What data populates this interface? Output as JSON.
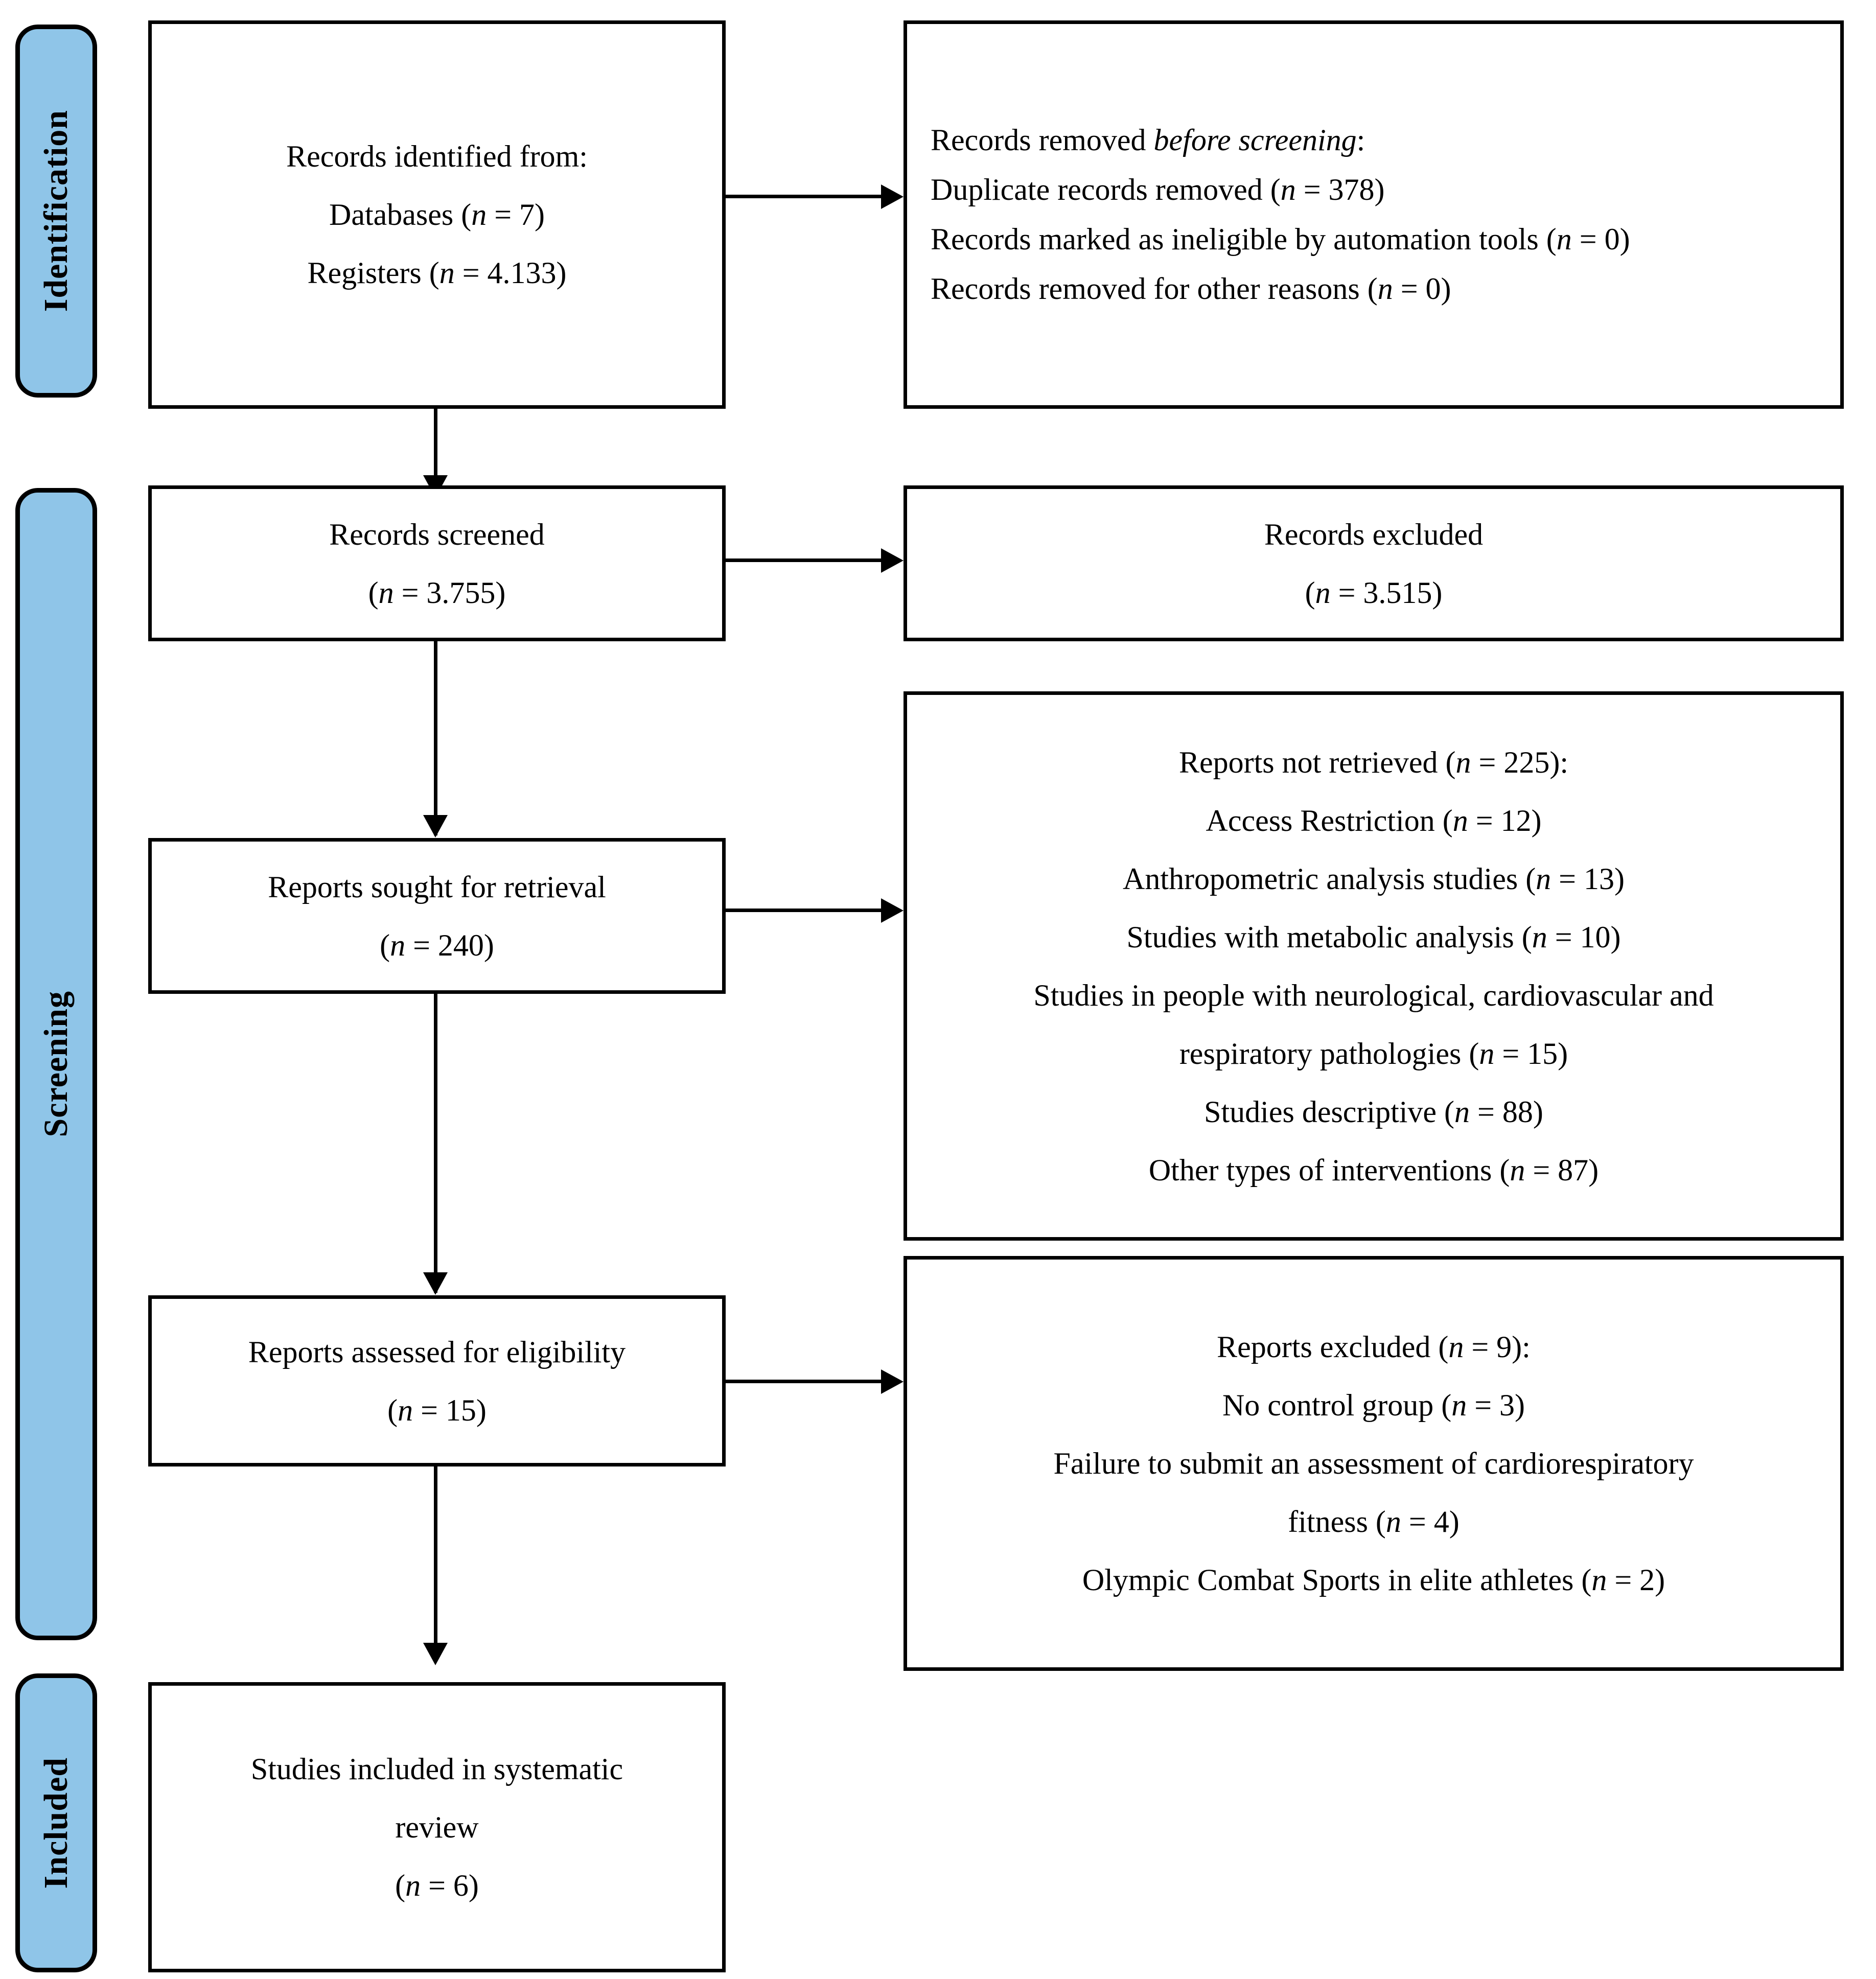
{
  "figure": {
    "type": "prisma-flow-diagram",
    "accent_color": "#8FC5E8",
    "line_color": "#000000",
    "background": "#ffffff"
  },
  "stages": [
    {
      "id": "identification",
      "label": "Identification"
    },
    {
      "id": "screening",
      "label": "Screening"
    },
    {
      "id": "included",
      "label": "Included"
    }
  ],
  "boxes": {
    "records_identified": {
      "lines": [
        "Records identified from:",
        "Databases (n = 7)",
        "Registers (n = 4.133)"
      ],
      "l0": "Records identified from:",
      "l1_text": "Databases (",
      "l1_n": "n",
      "l1_val": " = 7)",
      "l2_text": "Registers (",
      "l2_n": "n",
      "l2_val": " = 4.133)"
    },
    "records_removed": {
      "title_a": "Records removed ",
      "title_b": "before screening",
      "title_c": ":",
      "r1_a": "Duplicate records removed (",
      "r1_n": "n",
      "r1_b": " = 378)",
      "r2_a": "Records marked as ineligible by automation tools (",
      "r2_n": "n",
      "r2_b": " = 0)",
      "r3_a": "Records removed for other reasons (",
      "r3_n": "n",
      "r3_b": " = 0)"
    },
    "records_screened": {
      "label": "Records screened",
      "count_open": "(",
      "count_n": "n",
      "count_val": " = 3.755)"
    },
    "records_excluded": {
      "label": "Records excluded",
      "count_open": "(",
      "count_n": "n",
      "count_val": " = 3.515)"
    },
    "reports_sought": {
      "label": "Reports sought for retrieval",
      "count_open": "(",
      "count_n": "n",
      "count_val": " = 240)"
    },
    "reports_not_retrieved": {
      "t_a": "Reports not retrieved (",
      "t_n": "n",
      "t_b": " = 225):",
      "i1_a": "Access Restriction (",
      "i1_n": "n",
      "i1_b": " = 12)",
      "i2_a": "Anthropometric analysis studies (",
      "i2_n": "n",
      "i2_b": " = 13)",
      "i3_a": "Studies with metabolic analysis (",
      "i3_n": "n",
      "i3_b": " = 10)",
      "i4_a": "Studies in people with neurological, cardiovascular and",
      "i5_a": "respiratory pathologies (",
      "i5_n": "n",
      "i5_b": " = 15)",
      "i6_a": "Studies descriptive (",
      "i6_n": "n",
      "i6_b": " = 88)",
      "i7_a": "Other types of interventions (",
      "i7_n": "n",
      "i7_b": " = 87)"
    },
    "reports_assessed": {
      "label": "Reports assessed for eligibility",
      "count_open": "(",
      "count_n": "n",
      "count_val": " = 15)"
    },
    "reports_excluded": {
      "t_a": "Reports excluded (",
      "t_n": "n",
      "t_b": " = 9):",
      "e1_a": "No control group (",
      "e1_n": "n",
      "e1_b": " = 3)",
      "e2_a": "Failure to submit an assessment of cardiorespiratory",
      "e3_a": "fitness (",
      "e3_n": "n",
      "e3_b": " = 4)",
      "e4_a": "Olympic Combat Sports in elite athletes (",
      "e4_n": "n",
      "e4_b": " = 2)"
    },
    "studies_included": {
      "l1": "Studies included in systematic",
      "l2": "review",
      "count_open": "(",
      "count_n": "n",
      "count_val": " = 6)"
    }
  },
  "chart_data": {
    "type": "table",
    "title": "PRISMA 2020 flow diagram",
    "nodes": [
      {
        "stage": "Identification",
        "name": "Records identified from Databases",
        "n": 7
      },
      {
        "stage": "Identification",
        "name": "Records identified from Registers",
        "n": 4133
      },
      {
        "stage": "Identification",
        "name": "Duplicate records removed",
        "n": 378
      },
      {
        "stage": "Identification",
        "name": "Records marked as ineligible by automation tools",
        "n": 0
      },
      {
        "stage": "Identification",
        "name": "Records removed for other reasons",
        "n": 0
      },
      {
        "stage": "Screening",
        "name": "Records screened",
        "n": 3755
      },
      {
        "stage": "Screening",
        "name": "Records excluded",
        "n": 3515
      },
      {
        "stage": "Screening",
        "name": "Reports sought for retrieval",
        "n": 240
      },
      {
        "stage": "Screening",
        "name": "Reports not retrieved",
        "n": 225
      },
      {
        "stage": "Screening",
        "name": "Access Restriction",
        "n": 12
      },
      {
        "stage": "Screening",
        "name": "Anthropometric analysis studies",
        "n": 13
      },
      {
        "stage": "Screening",
        "name": "Studies with metabolic analysis",
        "n": 10
      },
      {
        "stage": "Screening",
        "name": "Studies in people with neurological, cardiovascular and respiratory pathologies",
        "n": 15
      },
      {
        "stage": "Screening",
        "name": "Studies descriptive",
        "n": 88
      },
      {
        "stage": "Screening",
        "name": "Other types of interventions",
        "n": 87
      },
      {
        "stage": "Screening",
        "name": "Reports assessed for eligibility",
        "n": 15
      },
      {
        "stage": "Screening",
        "name": "Reports excluded",
        "n": 9
      },
      {
        "stage": "Screening",
        "name": "No control group",
        "n": 3
      },
      {
        "stage": "Screening",
        "name": "Failure to submit an assessment of cardiorespiratory fitness",
        "n": 4
      },
      {
        "stage": "Screening",
        "name": "Olympic Combat Sports in elite athletes",
        "n": 2
      },
      {
        "stage": "Included",
        "name": "Studies included in systematic review",
        "n": 6
      }
    ]
  }
}
